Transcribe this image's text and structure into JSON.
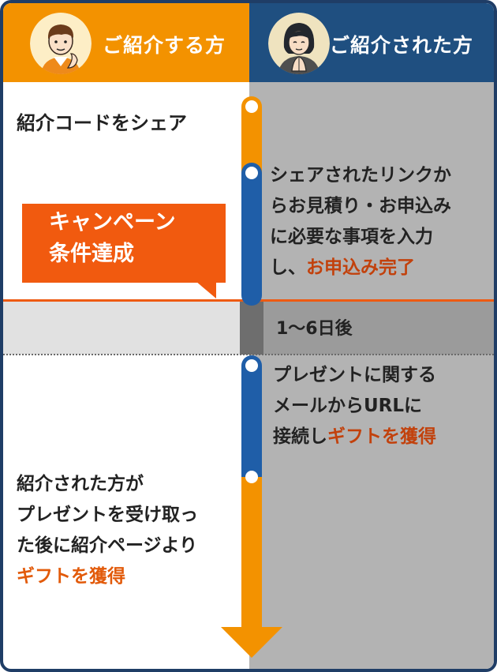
{
  "header": {
    "left_title": "ご紹介する方",
    "right_title": "ご紹介された方"
  },
  "left": {
    "step1": "紹介コードをシェア",
    "callout_line1": "キャンペーン",
    "callout_line2": "条件達成",
    "final_line1": "紹介された方が",
    "final_line2": "プレゼントを受け取っ",
    "final_line3": "た後に紹介ページより",
    "final_highlight": "ギフトを獲得"
  },
  "right": {
    "step1_line1": "シェアされたリンクか",
    "step1_line2": "らお見積り・お申込み",
    "step1_line3": "に必要な事項を入力",
    "step1_line4_prefix": "し、",
    "step1_line4_highlight": "お申込み完了",
    "wait": "1〜6日後",
    "step2_line1": "プレゼントに関する",
    "step2_line2": "メールからURLに",
    "step2_line3_prefix": "接続し",
    "step2_line3_highlight": "ギフトを獲得"
  },
  "colors": {
    "orange": "#f39200",
    "blue": "#1f4f80",
    "timeline_blue": "#1f5ea8",
    "highlight": "#e25a0a",
    "callout": "#f15a0f"
  }
}
